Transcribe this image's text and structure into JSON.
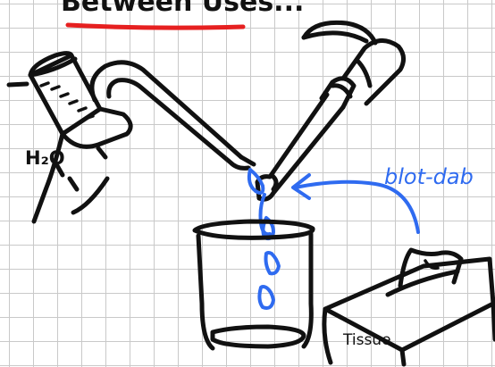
{
  "heading": {
    "text": "Between Uses...",
    "underline_color": "#e62020"
  },
  "labels": {
    "water": "H₂O",
    "action": "blot-dab",
    "tissue": "Tissue"
  },
  "colors": {
    "ink": "#111111",
    "accent_blue": "#2f6bf0",
    "grid": "#c9c9c9"
  }
}
